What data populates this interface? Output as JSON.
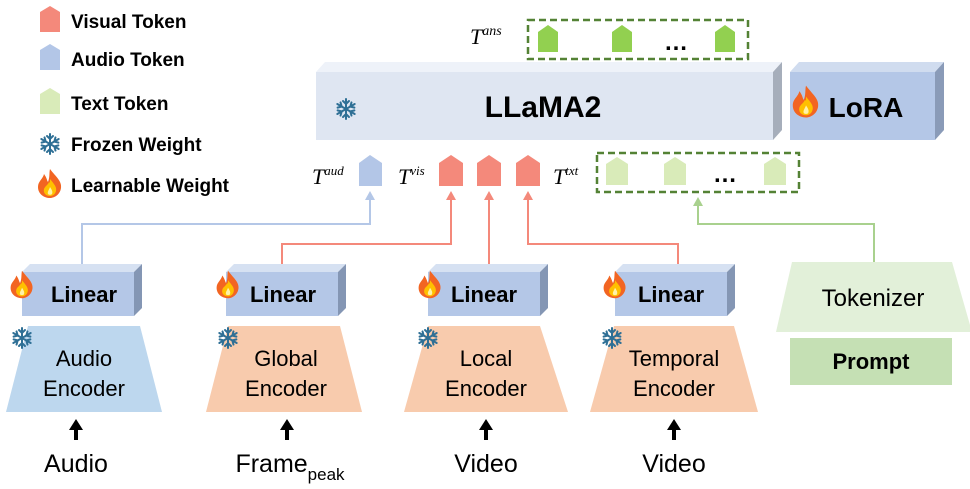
{
  "legend": {
    "items": [
      {
        "label": "Visual Token",
        "color": "#f4897b",
        "icon": "visual-token-icon"
      },
      {
        "label": "Audio Token",
        "color": "#b3c6e7",
        "icon": "audio-token-icon"
      },
      {
        "label": "Text Token",
        "color": "#d9ebb9",
        "icon": "text-token-icon"
      },
      {
        "label": "Frozen Weight",
        "color": "#2e6f95",
        "icon": "snowflake-icon"
      },
      {
        "label": "Learnable Weight",
        "color": "#f26522",
        "icon": "flame-icon"
      }
    ]
  },
  "llm": {
    "label": "LLaMA2",
    "lora_label": "LoRA"
  },
  "answer": {
    "symbol": "T",
    "sup": "ans",
    "ellipsis": "…"
  },
  "inputs_tokens": {
    "aud": {
      "symbol": "T",
      "sup": "aud"
    },
    "vis": {
      "symbol": "T",
      "sup": "vis"
    },
    "txt": {
      "symbol": "T",
      "sup": "txt",
      "ellipsis": "…"
    }
  },
  "linear_label": "Linear",
  "encoders": [
    {
      "line1": "Audio",
      "line2": "Encoder",
      "input": "Audio",
      "input_sub": ""
    },
    {
      "line1": "Global",
      "line2": "Encoder",
      "input": "Frame",
      "input_sub": "peak"
    },
    {
      "line1": "Local",
      "line2": "Encoder",
      "input": "Video",
      "input_sub": ""
    },
    {
      "line1": "Temporal",
      "line2": "Encoder",
      "input": "Video",
      "input_sub": ""
    }
  ],
  "tokenizer": {
    "label": "Tokenizer"
  },
  "prompt": {
    "label": "Prompt"
  },
  "colors": {
    "visual": "#f4897b",
    "audio": "#b3c6e7",
    "text": "#d9ebb9",
    "answer": "#92d050",
    "llm_face": "#dfe6f2",
    "linear_face": "#b4c7e7",
    "audio_encoder": "#bdd7ee",
    "video_encoder": "#f8cbad",
    "tokenizer": "#e2f0d9",
    "prompt": "#c5e0b4",
    "dash": "#548235",
    "audio_arrow": "#b4c7e7",
    "visual_arrow": "#f4897b",
    "text_arrow": "#a9d18e"
  }
}
